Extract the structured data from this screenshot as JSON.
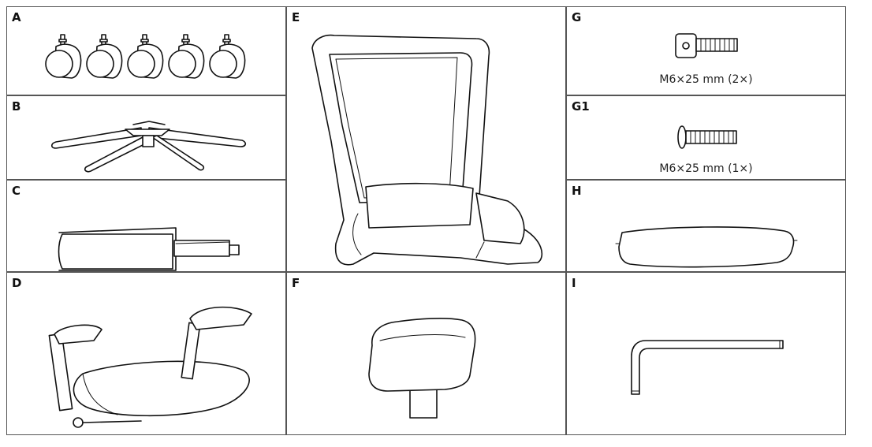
{
  "parts": [
    {
      "id": "A",
      "label": "A",
      "name": "casters-icon",
      "caption": ""
    },
    {
      "id": "B",
      "label": "B",
      "name": "base-icon",
      "caption": ""
    },
    {
      "id": "C",
      "label": "C",
      "name": "gas-lift-icon",
      "caption": ""
    },
    {
      "id": "D",
      "label": "D",
      "name": "seat-with-armrests-icon",
      "caption": ""
    },
    {
      "id": "E",
      "label": "E",
      "name": "backrest-icon",
      "caption": ""
    },
    {
      "id": "F",
      "label": "F",
      "name": "headrest-icon",
      "caption": ""
    },
    {
      "id": "G",
      "label": "G",
      "name": "socket-screw-icon",
      "caption": "M6×25 mm (2×)"
    },
    {
      "id": "G1",
      "label": "G1",
      "name": "flat-head-screw-icon",
      "caption": "M6×25 mm (1×)"
    },
    {
      "id": "H",
      "label": "H",
      "name": "cover-plate-icon",
      "caption": ""
    },
    {
      "id": "I",
      "label": "I",
      "name": "hex-key-icon",
      "caption": ""
    }
  ]
}
